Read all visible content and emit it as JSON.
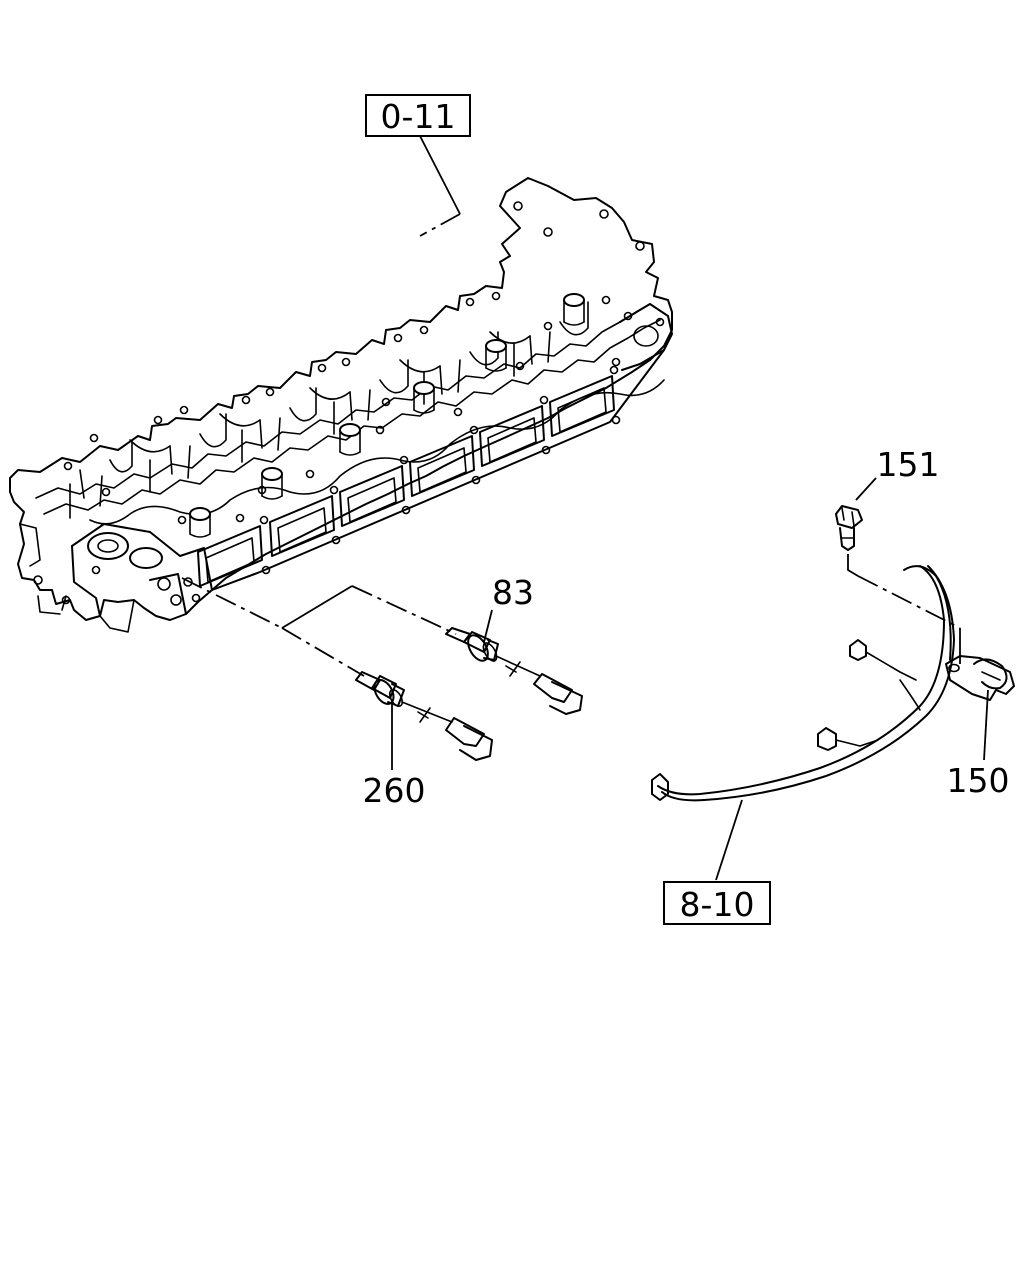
{
  "callouts": {
    "cylinder_head_ref": "0-11",
    "harness_ref": "8-10",
    "bolt": "151",
    "sensor_upper": "83",
    "sensor_lower": "260",
    "bracket": "150"
  }
}
